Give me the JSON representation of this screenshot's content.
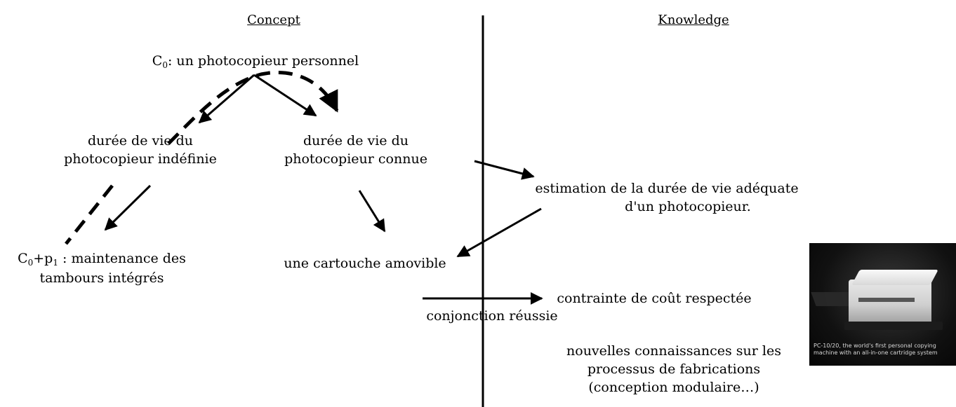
{
  "headings": {
    "concept": "Concept",
    "knowledge": "Knowledge"
  },
  "concept": {
    "root_prefix": "C",
    "root_sub": "0",
    "root_text": ": un photocopieur personnel",
    "left_line1": "durée de vie du",
    "left_line2": "photocopieur indéfinie",
    "right_line1": "durée de vie du",
    "right_line2": "photocopieur connue",
    "leaf_c": "C",
    "leaf_c_sub": "0",
    "leaf_plus": "+p",
    "leaf_p_sub": "1",
    "leaf_line1_rest": " : maintenance des",
    "leaf_line2": "tambours intégrés",
    "cartridge": "une cartouche amovible",
    "conjunction": "conjonction réussie"
  },
  "knowledge": {
    "estimation_line1": "estimation de la durée de vie adéquate",
    "estimation_line2": "d'un photocopieur.",
    "cost": "contrainte de coût respectée",
    "new_line1": "nouvelles connaissances sur les",
    "new_line2": "processus de fabrications",
    "new_line3": "(conception modulaire…)"
  },
  "photo": {
    "caption": "PC-10/20, the world's first personal copying machine with an all-in-one cartridge system"
  }
}
